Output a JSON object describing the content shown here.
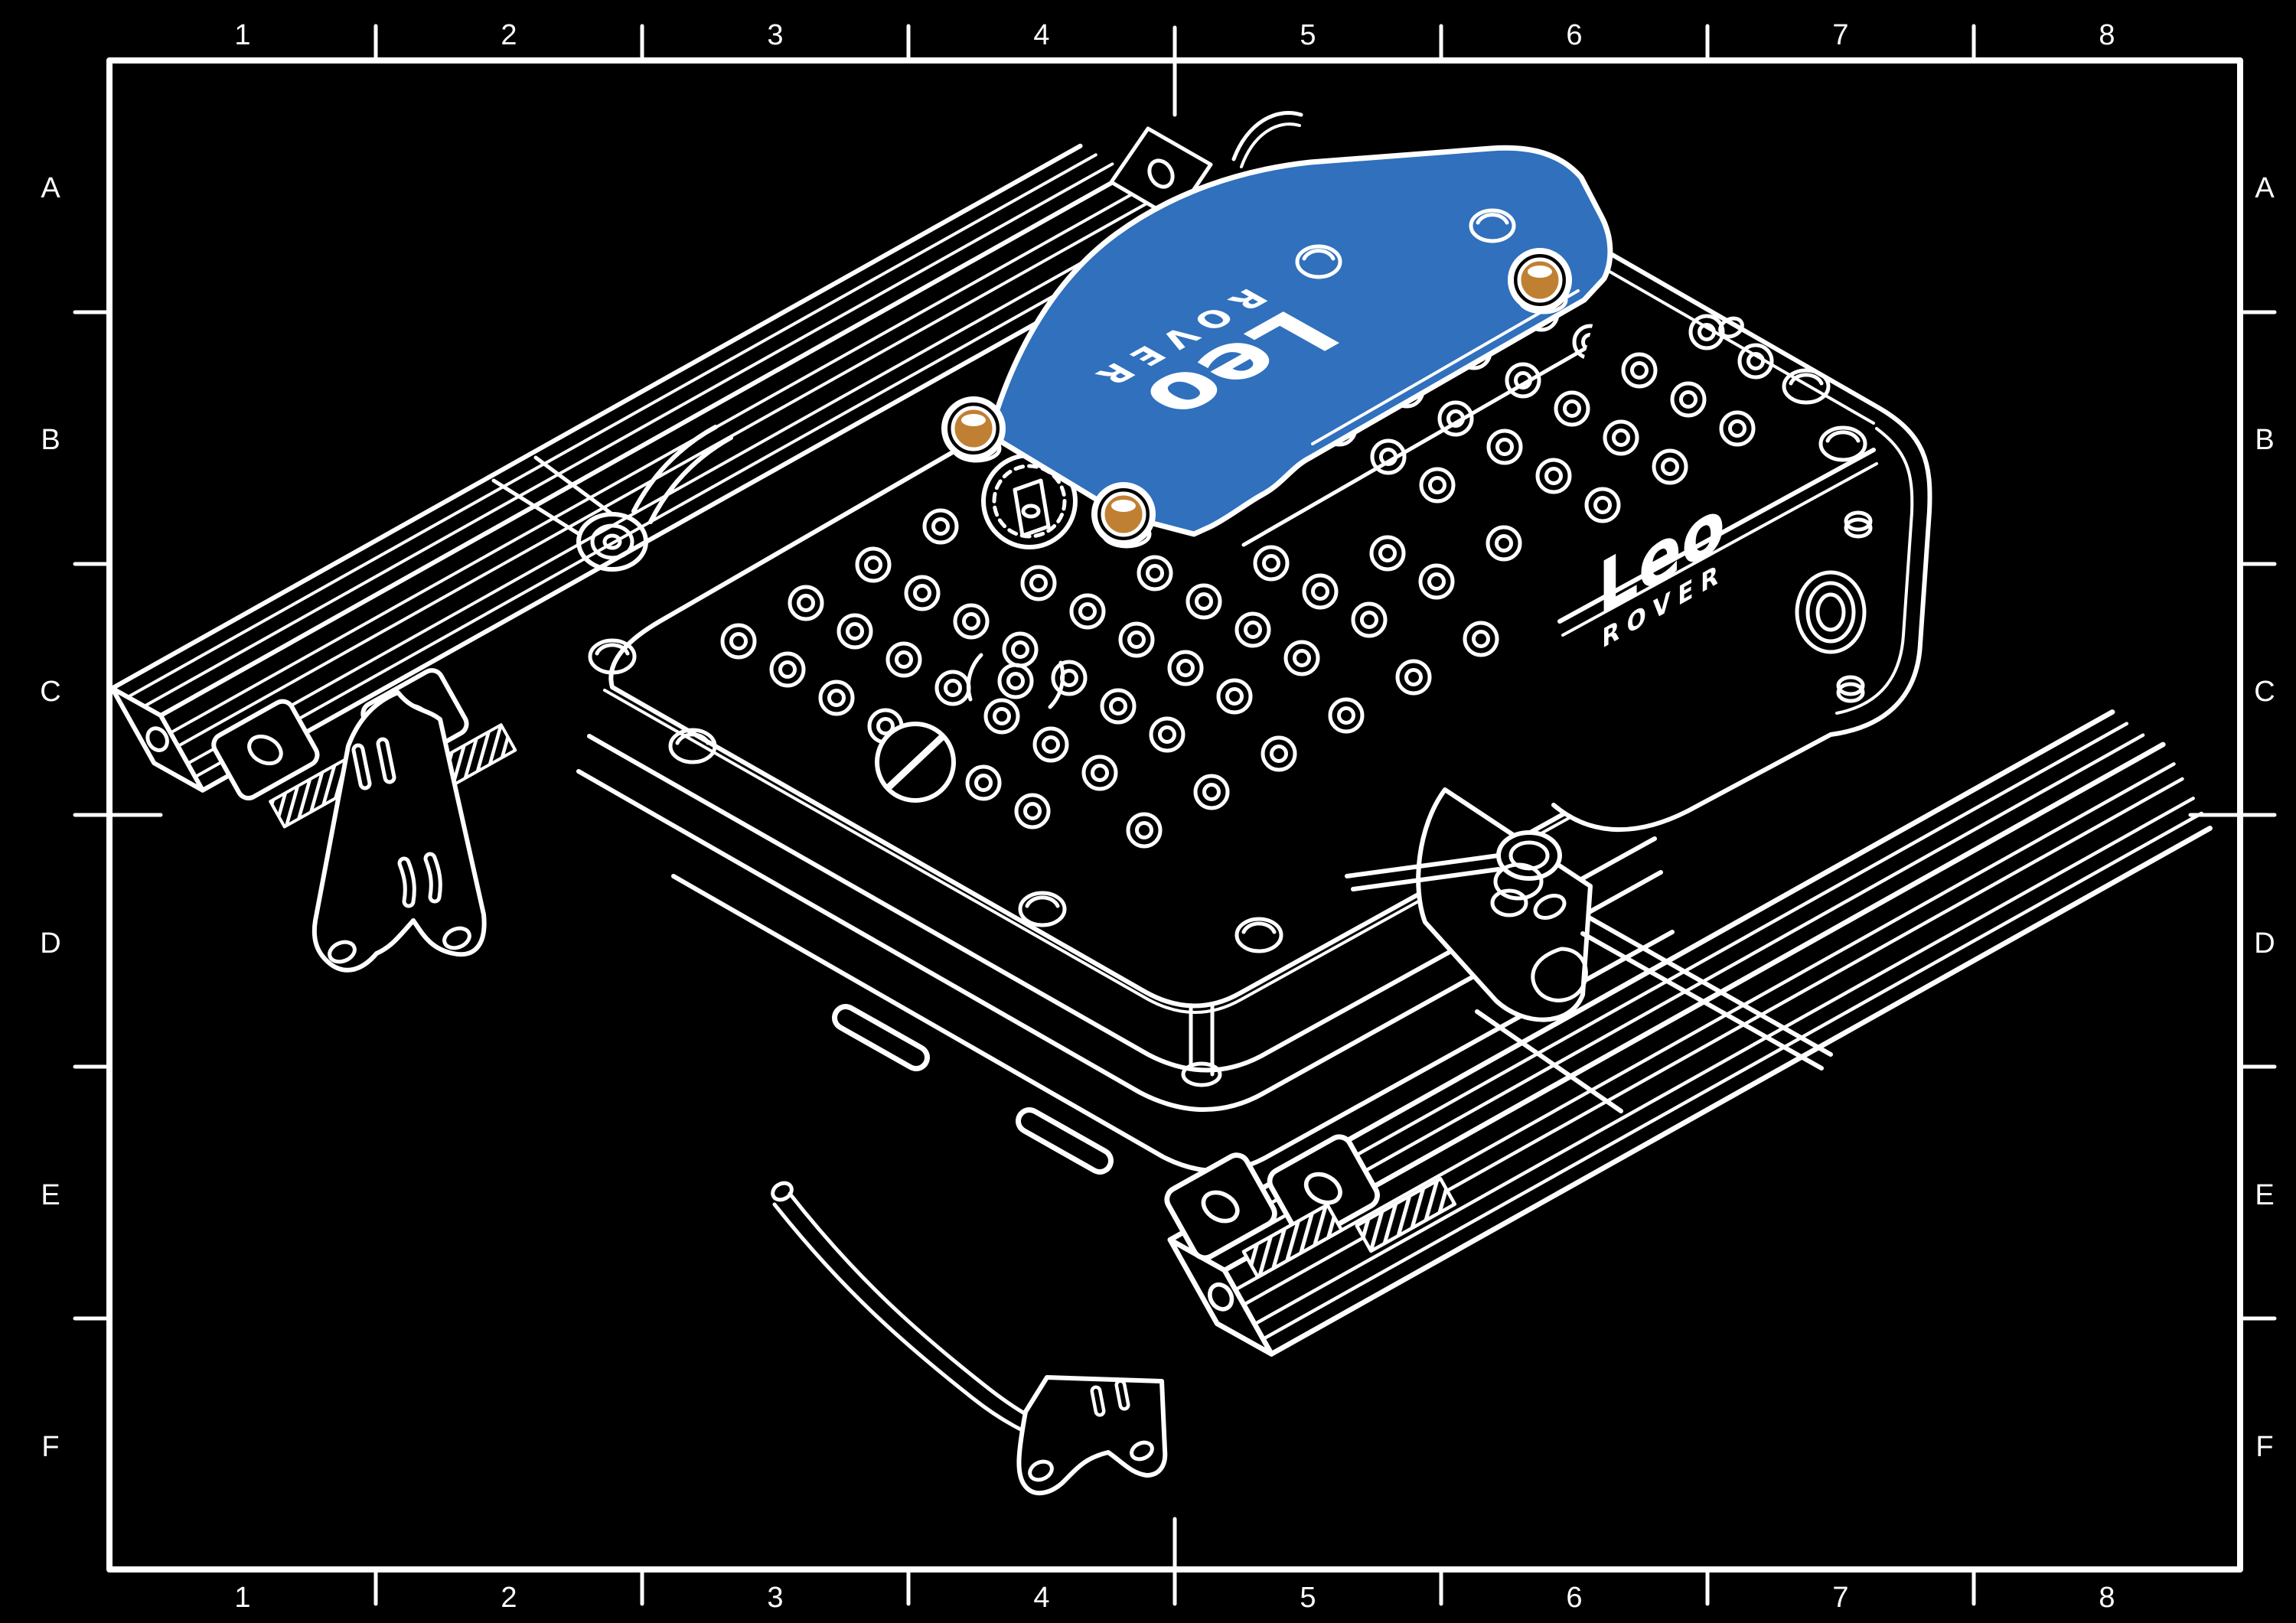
{
  "frame": {
    "cols": [
      "1",
      "2",
      "3",
      "4",
      "5",
      "6",
      "7",
      "8"
    ],
    "rows": [
      "A",
      "B",
      "C",
      "D",
      "E",
      "F"
    ]
  },
  "branding": {
    "cover_logo": {
      "name": "Leo",
      "subtitle": "ROVER"
    },
    "chassis_logo": {
      "name": "Leo",
      "subtitle": "ROVER"
    }
  },
  "colors": {
    "background": "#000000",
    "linework": "#ffffff",
    "cover_panel_blue": "#3070bd",
    "thumbscrew_orange": "#c08033"
  }
}
